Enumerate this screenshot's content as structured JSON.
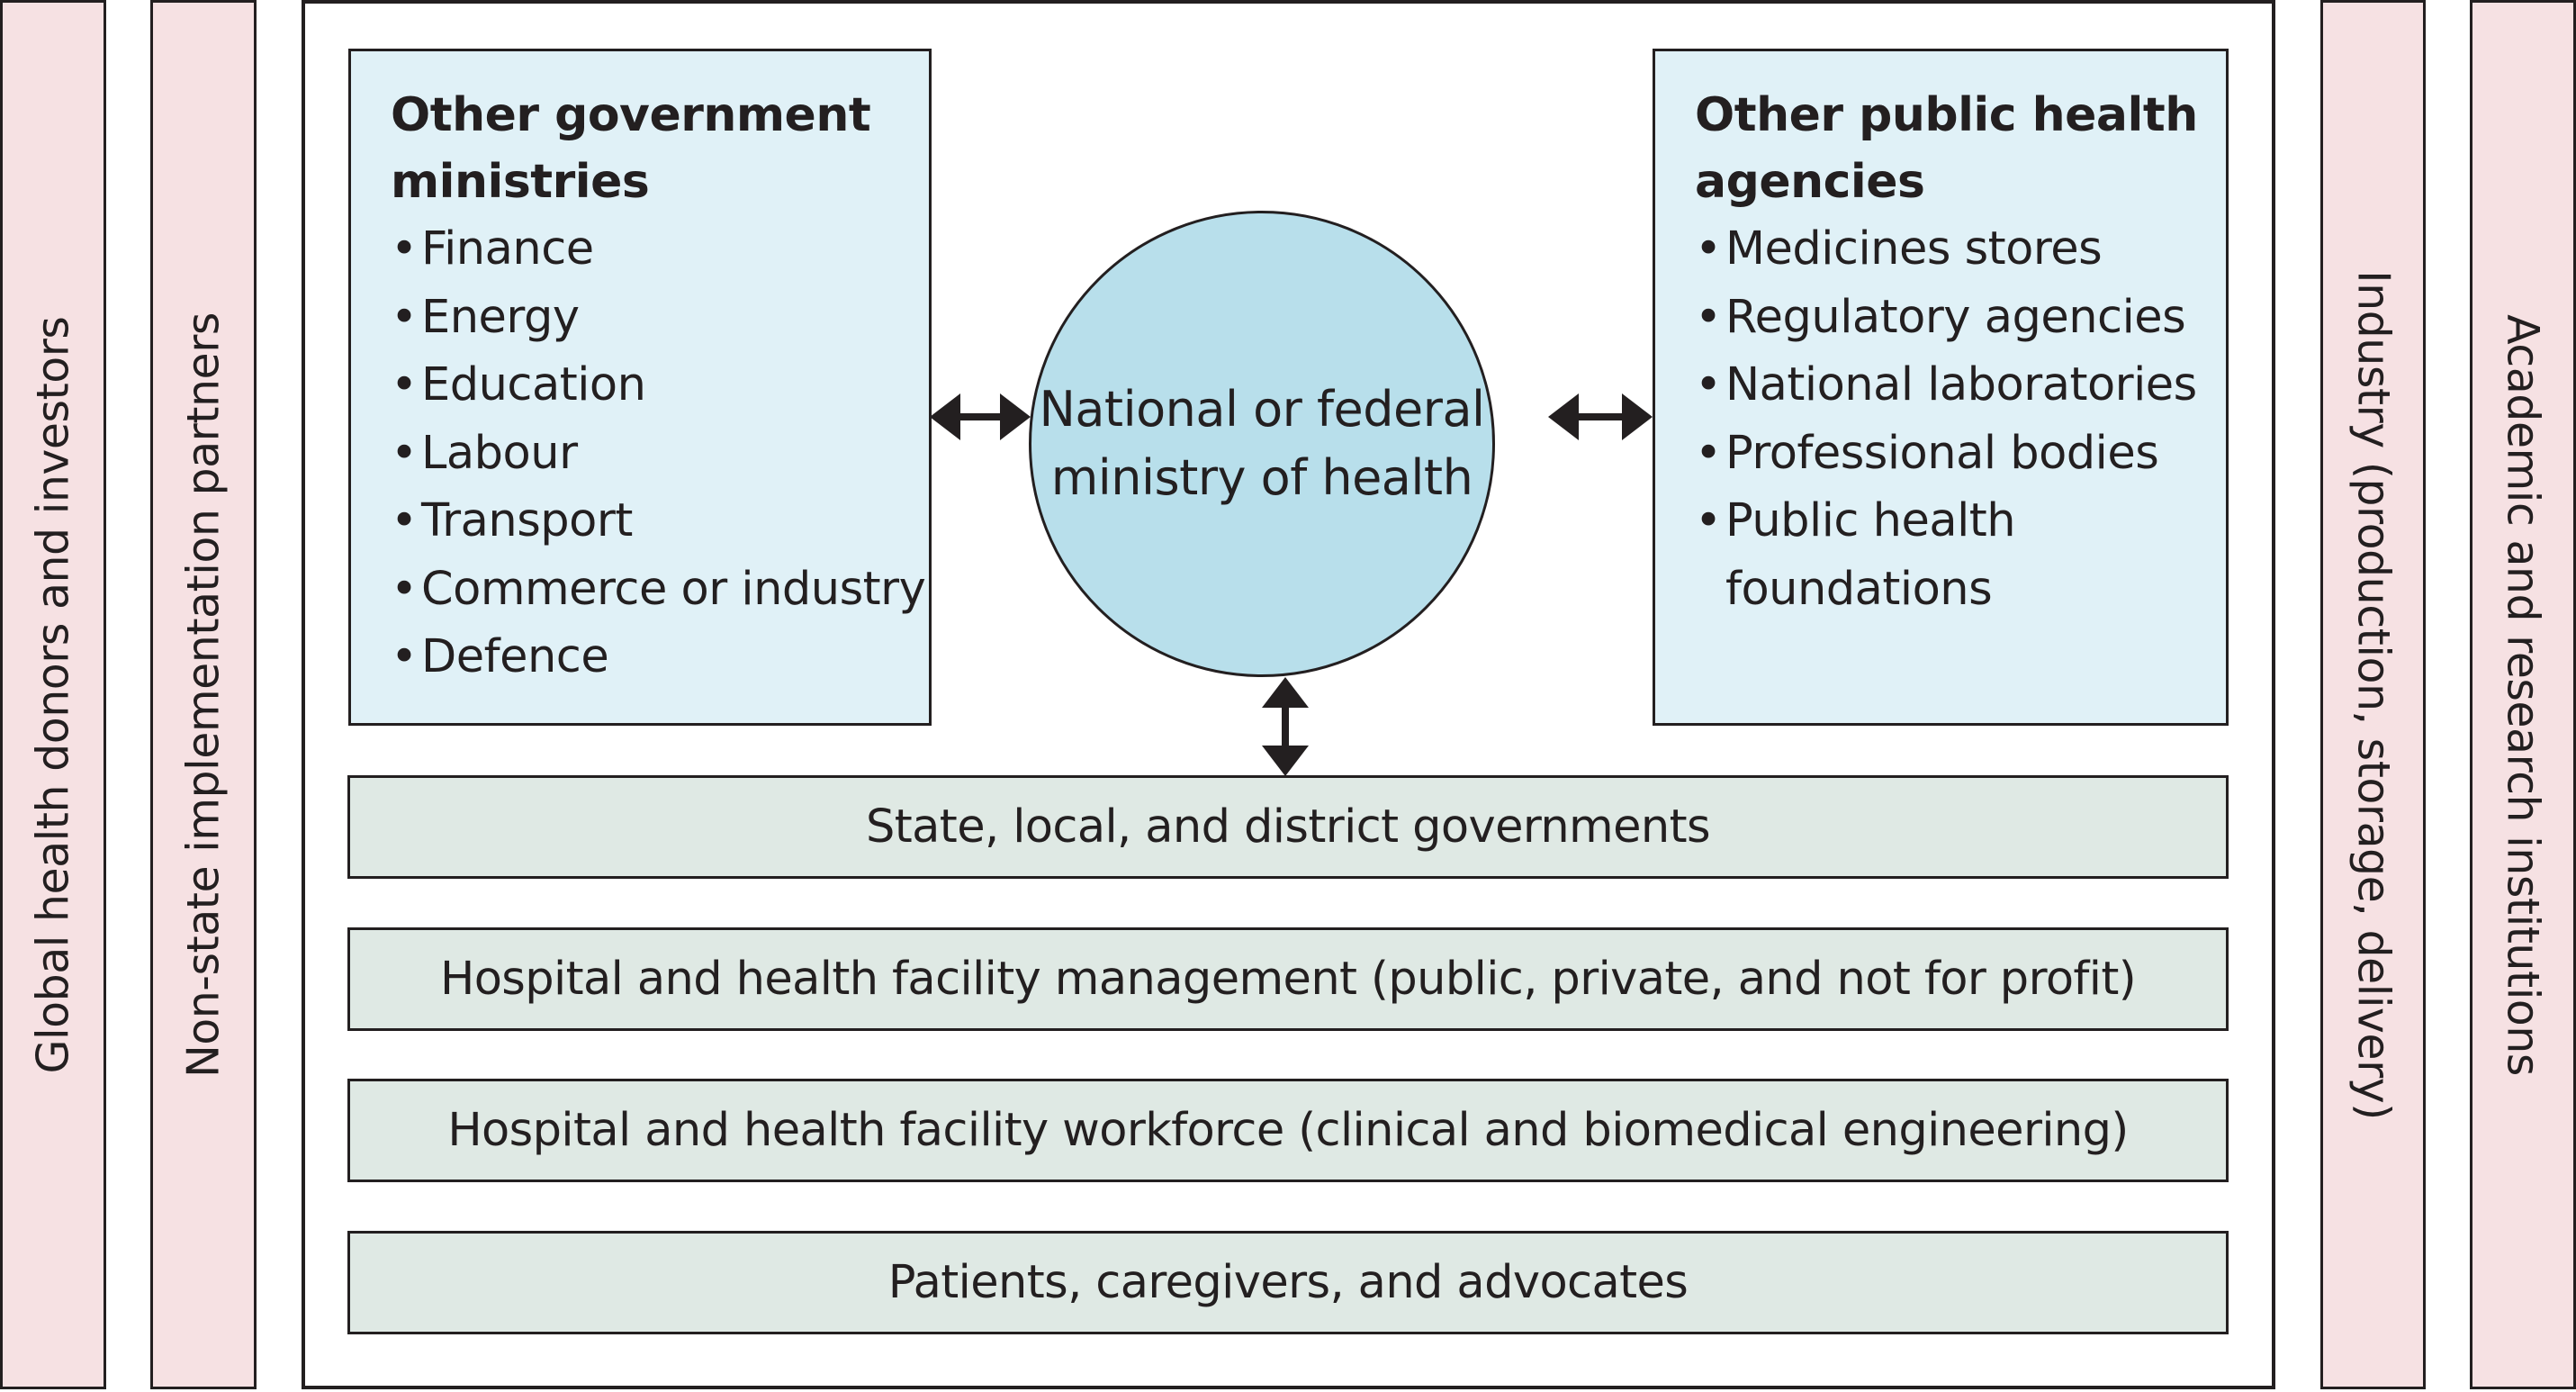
{
  "side_bars": {
    "global_donors": "Global health donors and investors",
    "non_state_partners": "Non-state implementation partners",
    "industry": "Industry (production, storage, delivery)",
    "academic": "Academic and research institutions"
  },
  "left_box": {
    "title_line1": "Other government",
    "title_line2": "ministries",
    "items": [
      "Finance",
      "Energy",
      "Education",
      "Labour",
      "Transport",
      "Commerce or industry",
      "Defence"
    ]
  },
  "center": {
    "label": "National or federal\nministry of health"
  },
  "right_box": {
    "title_line1": "Other public health",
    "title_line2": "agencies",
    "items": [
      "Medicines stores",
      "Regulatory agencies",
      "National laboratories",
      "Professional bodies",
      "Public health",
      "foundations"
    ]
  },
  "layers": [
    "State, local, and district governments",
    "Hospital and health facility management (public, private, and not for profit)",
    "Hospital and health facility workforce (clinical and biomedical engineering)",
    "Patients, caregivers, and advocates"
  ],
  "colors": {
    "outer_bar_fill": "#f6e1e3",
    "ministry_box_fill": "#e0f1f7",
    "ministry_circle_fill": "#b8dfeb",
    "layer_fill": "#dfe9e4",
    "stroke": "#231f20"
  }
}
